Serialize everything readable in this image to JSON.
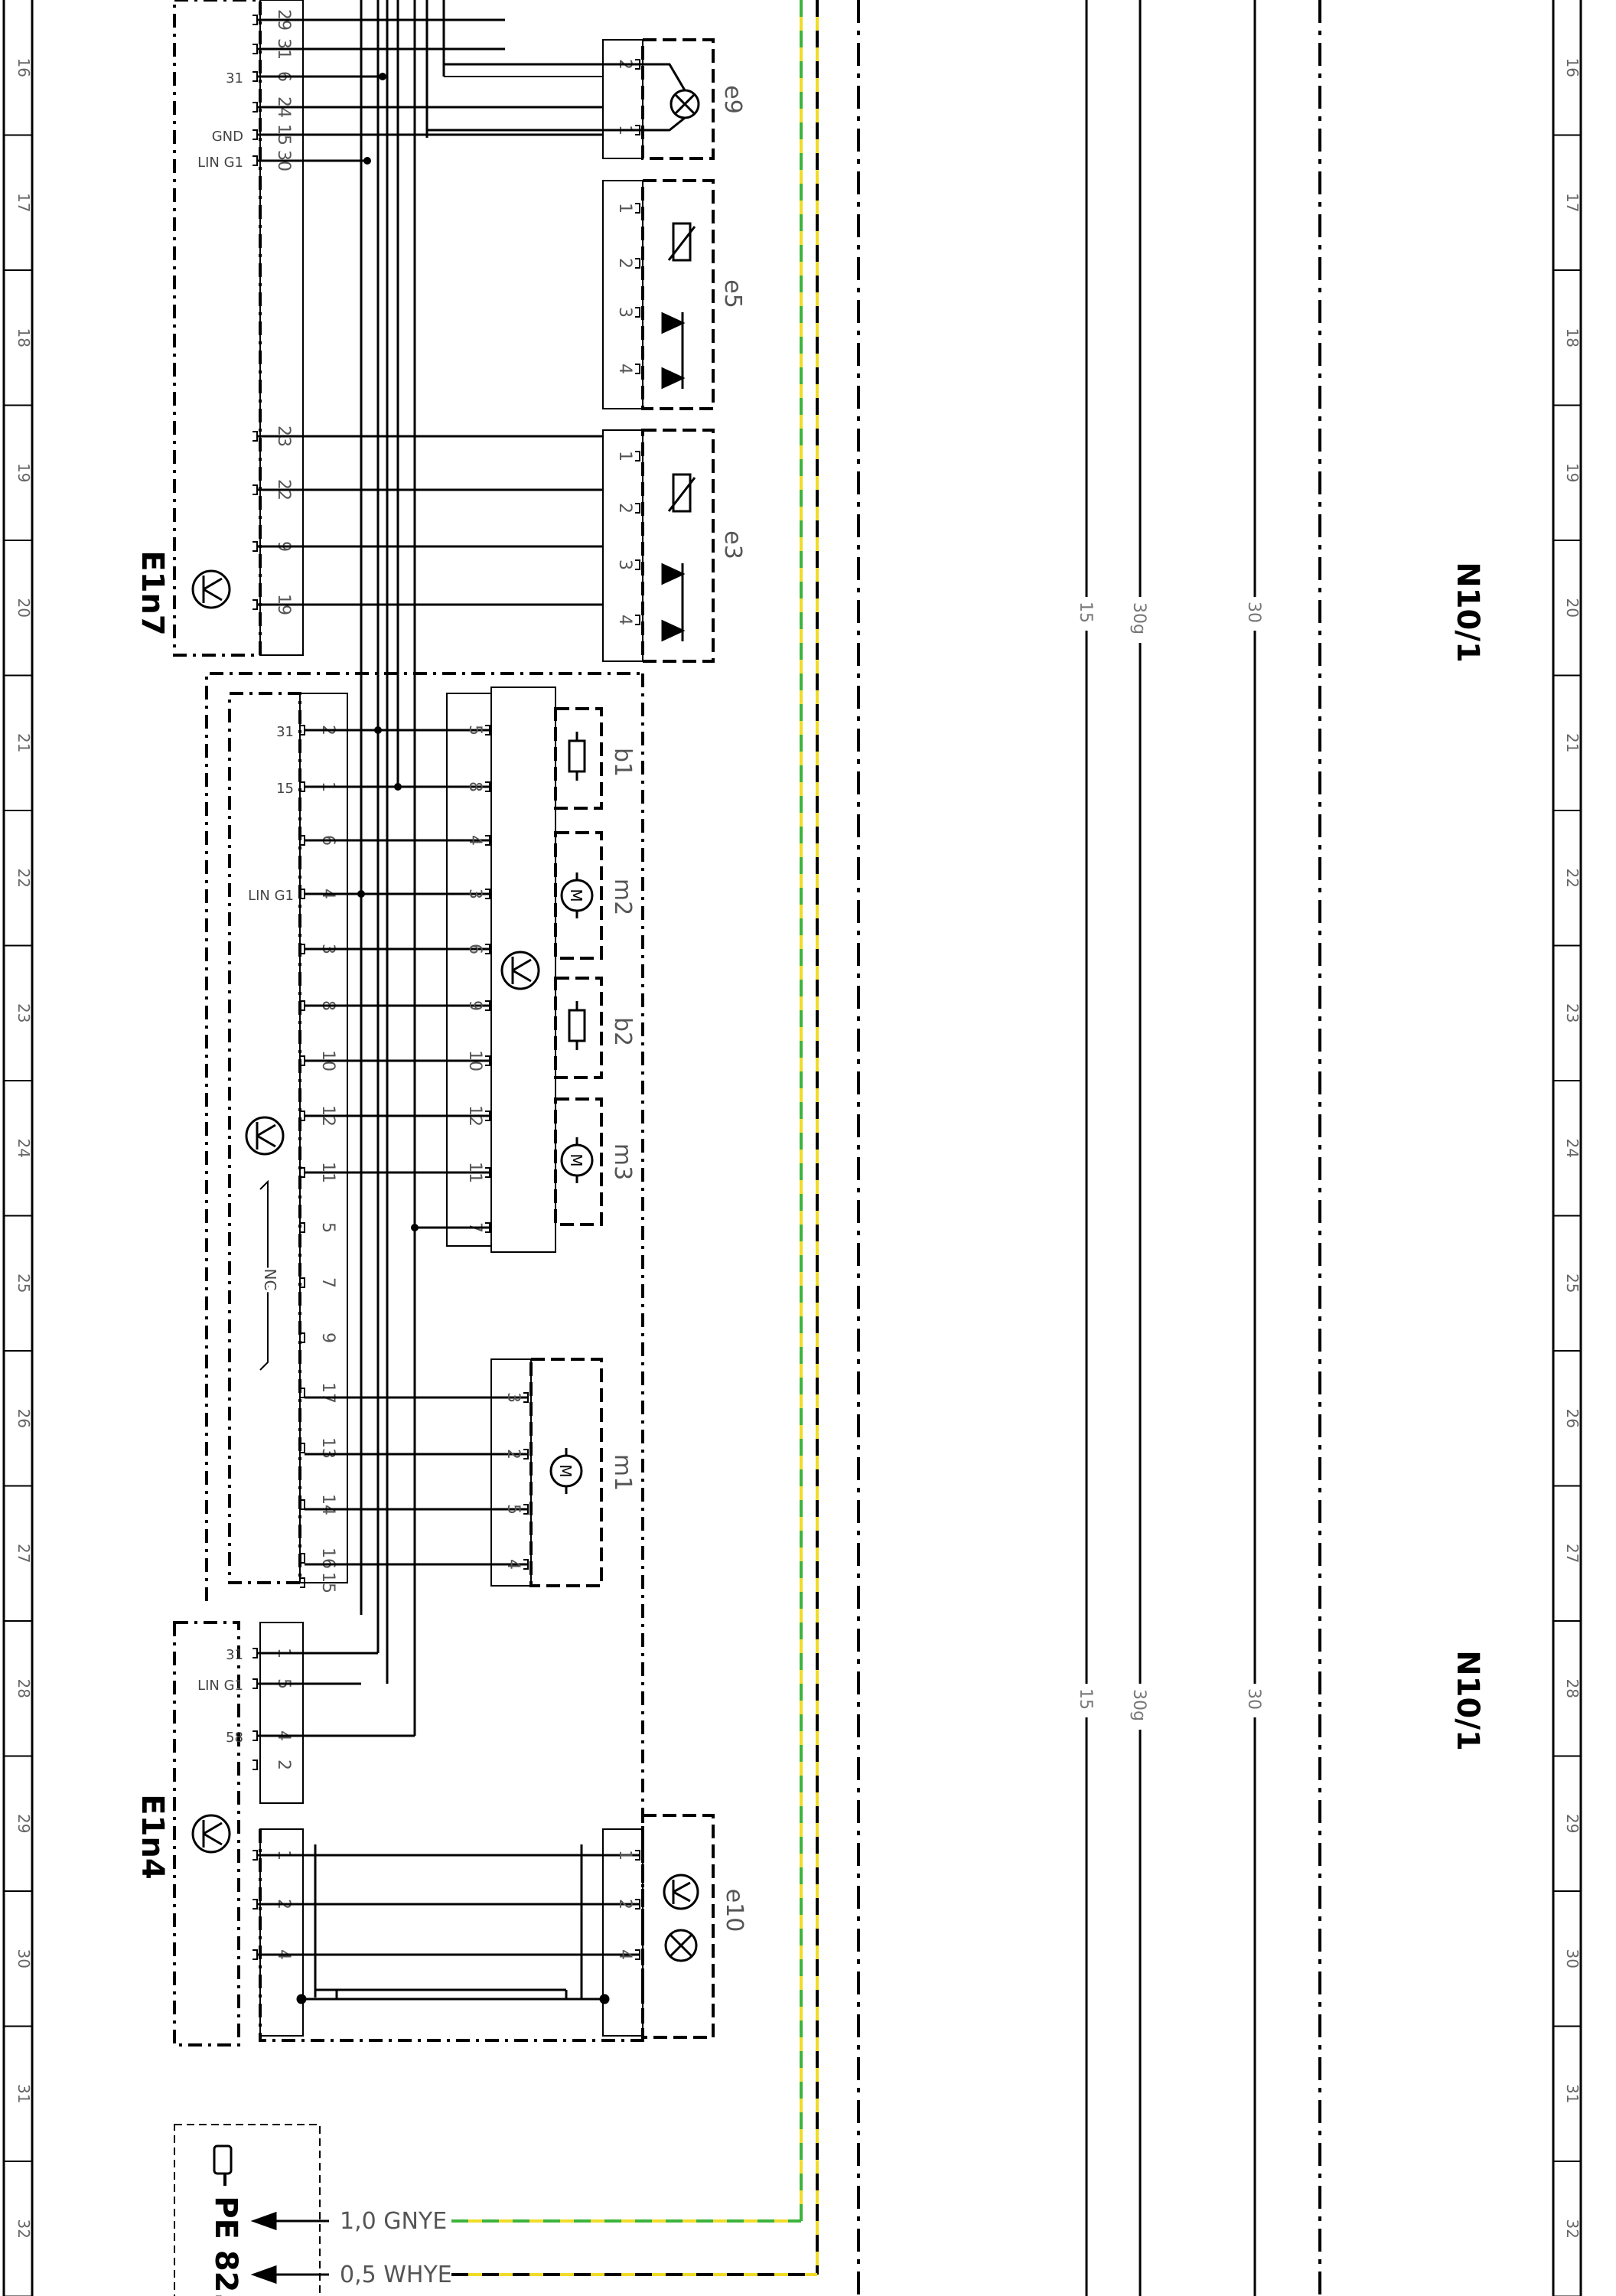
{
  "grid": {
    "numbers": [
      "16",
      "17",
      "18",
      "19",
      "20",
      "21",
      "22",
      "23",
      "24",
      "25",
      "26",
      "27",
      "28",
      "29",
      "30",
      "31",
      "32"
    ]
  },
  "modules": {
    "e1n7": "E1n7",
    "e1n4": "E1n4",
    "e9": "e9",
    "e5": "e5",
    "e3": "e3",
    "e10": "e10",
    "b1": "b1",
    "m2": "m2",
    "b2": "b2",
    "m3": "m3",
    "m1": "m1"
  },
  "e1n7_pins": {
    "outer": [
      "31",
      "GND",
      "LIN G1"
    ],
    "inner": [
      "29",
      "31",
      "6",
      "24",
      "15",
      "30",
      "23",
      "22",
      "9",
      "19"
    ]
  },
  "center_pins": {
    "outer": [
      "31",
      "15",
      "LIN G1"
    ],
    "inner": [
      "2",
      "1",
      "6",
      "4",
      "3",
      "8",
      "10",
      "12",
      "11",
      "5",
      "7",
      "9",
      "17",
      "13",
      "14",
      "16",
      "15"
    ],
    "nc_label": "NC"
  },
  "center_module_pins": [
    "5",
    "8",
    "4",
    "3",
    "6",
    "9",
    "10",
    "12",
    "11",
    "7"
  ],
  "e9_pins": [
    "2",
    "1"
  ],
  "e5_pins": [
    "1",
    "2",
    "3",
    "4"
  ],
  "e3_pins": [
    "1",
    "2",
    "3",
    "4"
  ],
  "m1_pins": [
    "3",
    "2",
    "5",
    "4"
  ],
  "e1n4_pins": {
    "outer": [
      "31",
      "LIN G1",
      "58"
    ],
    "inner": [
      "1",
      "5",
      "4",
      "2",
      "1",
      "2",
      "4"
    ]
  },
  "e10_pins": [
    "1",
    "2",
    "4"
  ],
  "bus_lines": {
    "labels": [
      "15",
      "30g",
      "30"
    ],
    "right_module": "N10/1"
  },
  "reference": {
    "text": "PE 82.",
    "wire1": "1,0 GNYE",
    "wire2": "0,5 WHYE"
  },
  "colors": {
    "line": "#000000",
    "wire_green": "#3cb43c",
    "wire_yellow": "#f0dc28"
  },
  "icons": [
    "pointing-hand-icon",
    "lamp-icon",
    "motor-icon",
    "transistor-icon",
    "resistor-icon",
    "diode-icon"
  ]
}
